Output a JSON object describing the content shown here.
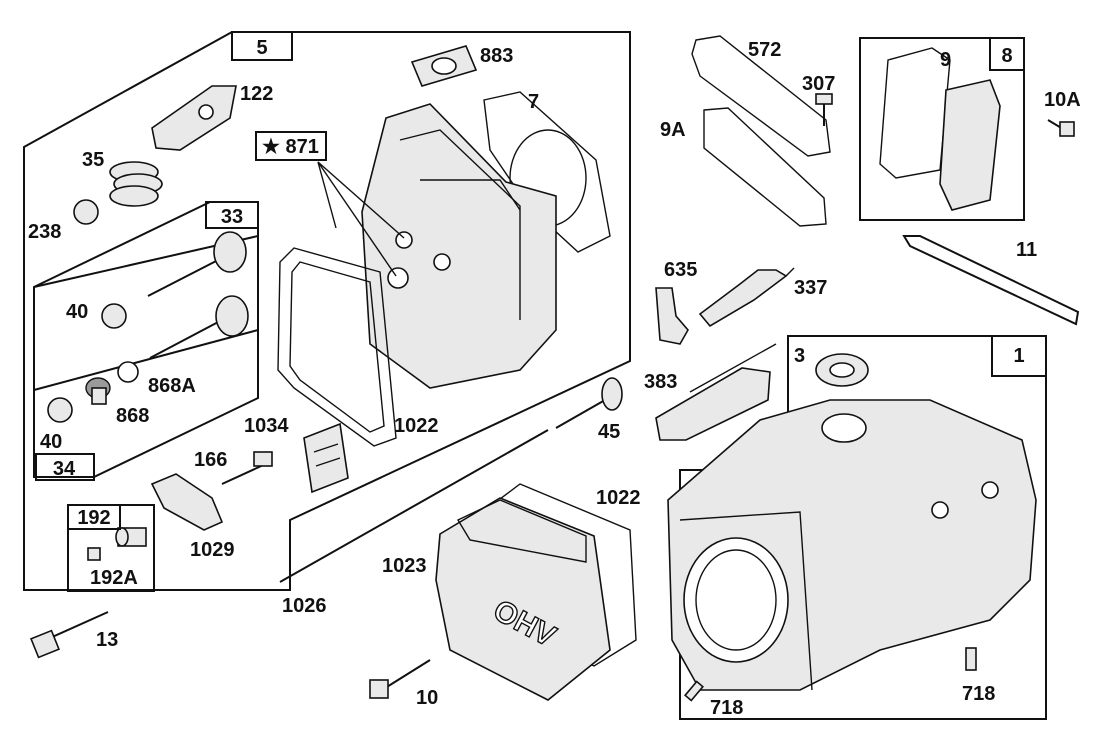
{
  "callouts": [
    {
      "id": "5",
      "text": "5",
      "boxed": true
    },
    {
      "id": "883",
      "text": "883"
    },
    {
      "id": "122",
      "text": "122"
    },
    {
      "id": "7",
      "text": "7"
    },
    {
      "id": "871",
      "text": "★ 871",
      "boxed": true
    },
    {
      "id": "35",
      "text": "35"
    },
    {
      "id": "238",
      "text": "238"
    },
    {
      "id": "33",
      "text": "33",
      "boxed": true
    },
    {
      "id": "40a",
      "text": "40"
    },
    {
      "id": "868A",
      "text": "868A"
    },
    {
      "id": "868",
      "text": "868"
    },
    {
      "id": "40b",
      "text": "40"
    },
    {
      "id": "34",
      "text": "34",
      "boxed": true
    },
    {
      "id": "1034",
      "text": "1034"
    },
    {
      "id": "1022a",
      "text": "1022"
    },
    {
      "id": "166",
      "text": "166"
    },
    {
      "id": "1029",
      "text": "1029"
    },
    {
      "id": "192",
      "text": "192",
      "boxed": true
    },
    {
      "id": "192A",
      "text": "192A"
    },
    {
      "id": "13",
      "text": "13"
    },
    {
      "id": "1026",
      "text": "1026"
    },
    {
      "id": "1023",
      "text": "1023"
    },
    {
      "id": "1022b",
      "text": "1022"
    },
    {
      "id": "10",
      "text": "10"
    },
    {
      "id": "45",
      "text": "45"
    },
    {
      "id": "572",
      "text": "572"
    },
    {
      "id": "307",
      "text": "307"
    },
    {
      "id": "9A",
      "text": "9A"
    },
    {
      "id": "9",
      "text": "9"
    },
    {
      "id": "8",
      "text": "8",
      "boxed": true
    },
    {
      "id": "10A",
      "text": "10A"
    },
    {
      "id": "11",
      "text": "11"
    },
    {
      "id": "635",
      "text": "635"
    },
    {
      "id": "337",
      "text": "337"
    },
    {
      "id": "383",
      "text": "383"
    },
    {
      "id": "3",
      "text": "3"
    },
    {
      "id": "1",
      "text": "1",
      "boxed": true
    },
    {
      "id": "718a",
      "text": "718"
    },
    {
      "id": "718b",
      "text": "718"
    }
  ],
  "cover_lettering": "OHV"
}
